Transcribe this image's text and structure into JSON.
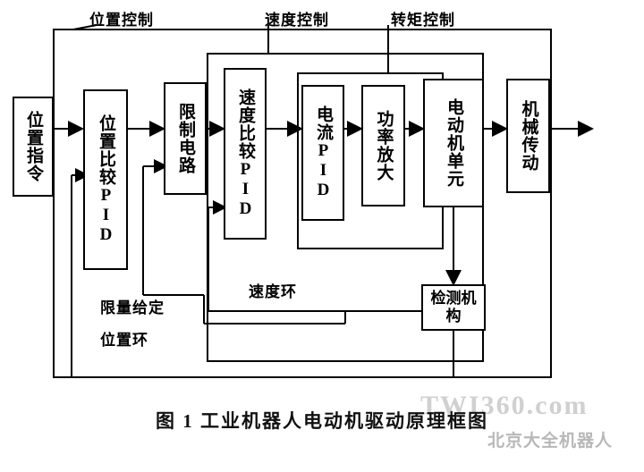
{
  "diagram": {
    "title": "工业机器人电动机驱动原理框图",
    "caption": "图 1   工业机器人电动机驱动原理框图",
    "top_labels": [
      {
        "id": "position-control",
        "text": "位置控制"
      },
      {
        "id": "speed-control",
        "text": "速度控制"
      },
      {
        "id": "torque-control",
        "text": "转矩控制"
      }
    ],
    "blocks": [
      {
        "id": "position-command",
        "text": "位置指令"
      },
      {
        "id": "position-compare-pid",
        "text": "位置比较PID"
      },
      {
        "id": "limit-circuit",
        "text": "限制电路"
      },
      {
        "id": "speed-compare-pid",
        "text": "速度比较PID"
      },
      {
        "id": "current-pid",
        "text": "电流PID"
      },
      {
        "id": "power-amplifier",
        "text": "功率放大"
      },
      {
        "id": "motor-unit",
        "text": "电动机单元"
      },
      {
        "id": "mechanical-transmission",
        "text": "机械传动"
      },
      {
        "id": "detection-mechanism",
        "text": "检测机构"
      }
    ],
    "inner_labels": [
      {
        "id": "speed-loop",
        "text": "速度环"
      },
      {
        "id": "limit-setting",
        "text": "限量给定"
      },
      {
        "id": "position-loop",
        "text": "位置环"
      }
    ],
    "watermarks": [
      {
        "id": "watermark-site",
        "text": "TWI360.com"
      },
      {
        "id": "watermark-brand",
        "text": "北京大全机器人"
      }
    ],
    "colors": {
      "line": "#000000",
      "background": "#ffffff",
      "watermark": "#9a9a9a"
    }
  }
}
